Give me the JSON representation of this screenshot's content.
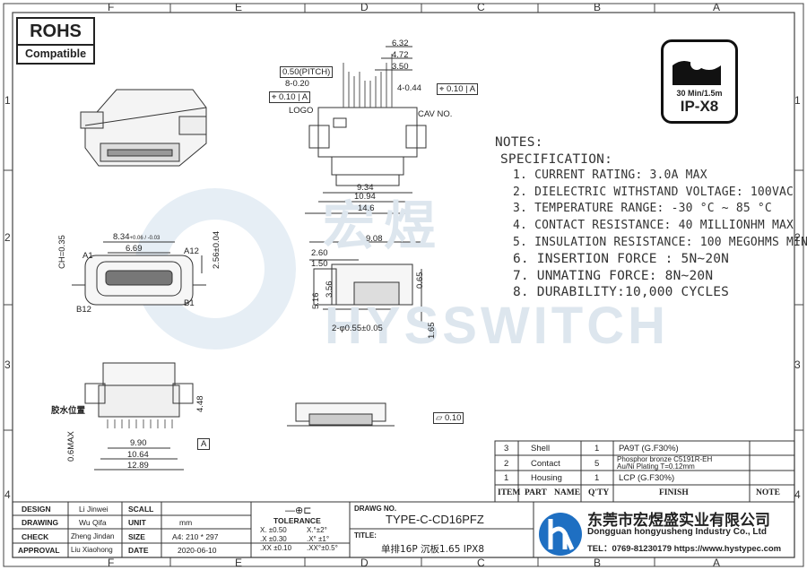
{
  "zones": {
    "cols": [
      "F",
      "E",
      "D",
      "C",
      "B",
      "A"
    ],
    "rows": [
      "1",
      "2",
      "3",
      "4"
    ]
  },
  "rohs": {
    "title": "ROHS",
    "subtitle": "Compatible"
  },
  "ipx": {
    "rating_line": "30 Min/1.5m",
    "rating": "IP-X8"
  },
  "watermark": {
    "cn": "宏煜",
    "en": "HYSSWITCH"
  },
  "notes": {
    "heading": "NOTES:",
    "spec": "SPECIFICATION:",
    "items": [
      "1. CURRENT RATING: 3.0A MAX",
      "2. DIELECTRIC WITHSTAND VOLTAGE: 100VAC",
      "3. TEMPERATURE RANGE: -30 °C ~ 85 °C",
      "4. CONTACT RESISTANCE: 40 MILLIONHM MAX",
      "5. INSULATION RESISTANCE: 100 MEGOHMS MIN.",
      "6. INSERTION FORCE : 5N~20N",
      "7. UNMATING FORCE: 8N~20N",
      "8. DURABILITY:10,000 CYCLES"
    ]
  },
  "dims_top": {
    "d632": "6.32",
    "d472": "4.72",
    "d350": "3.50",
    "pitch": "0.50(PITCH)",
    "d8": "8-0.20",
    "d4": "4-0.44",
    "tol1": "0.10",
    "tol1ref": "A",
    "tol2": "0.10",
    "tol2ref": "A",
    "logo": "LOGO",
    "cav": "CAV NO.",
    "d934": "9.34",
    "d1094": "10.94",
    "d146": "14.6"
  },
  "dims_left": {
    "d834": "8.34",
    "d834tol": "+0.06 / -0.03",
    "d669": "6.69",
    "ch": "CH=0.35",
    "a1": "A1",
    "a12": "A12",
    "b12": "B12",
    "b1": "B1",
    "d256": "2.56±0.04"
  },
  "dims_side": {
    "d908": "9.08",
    "d260": "2.60",
    "d150": "1.50",
    "d356": "3.56",
    "d516": "5.16",
    "holes": "2-φ0.55±0.05",
    "d065": "0.65",
    "d165": "1.65"
  },
  "dims_bottom": {
    "waterproof": "胶水位置",
    "d448": "4.48",
    "d06max": "0.6MAX",
    "d990": "9.90",
    "d1064": "10.64",
    "d1289": "12.89",
    "datum": "A",
    "flat": "0.10"
  },
  "bom": {
    "headers": [
      "ITEM",
      "PART",
      "NAME",
      "Q'TY",
      "FINISH",
      "NOTE"
    ],
    "rows": [
      {
        "item": "3",
        "part": "Shell",
        "qty": "1",
        "finish": "PA9T (G.F30%)"
      },
      {
        "item": "2",
        "part": "Contact",
        "qty": "5",
        "finish": "Phosphor bronze C5191R-EH",
        "finish2": "Au/Ni Plating T=0.12mm"
      },
      {
        "item": "1",
        "part": "Housing",
        "qty": "1",
        "finish": "LCP (G.F30%)"
      }
    ]
  },
  "titleblock": {
    "rows": [
      {
        "role": "DESIGN",
        "name": "Li Jinwei",
        "key": "SCALL",
        "val": ""
      },
      {
        "role": "DRAWING",
        "name": "Wu Qifa",
        "key": "UNIT",
        "val": "mm"
      },
      {
        "role": "CHECK",
        "name": "Zheng Jindan",
        "key": "SIZE",
        "val": "A4: 210 * 297"
      },
      {
        "role": "APPROVAL",
        "name": "Liu Xiaohong",
        "key": "DATE",
        "val": "2020-06-10"
      }
    ],
    "tolerance_title": "TOLERANCE",
    "tol": [
      {
        "a": "X.  ±0.50",
        "b": "X.°±2°"
      },
      {
        "a": ".X  ±0.30",
        "b": ".X° ±1°"
      },
      {
        "a": ".XX ±0.10",
        "b": ".XX°±0.5°"
      }
    ],
    "drawing_no_label": "DRAWG NO.",
    "drawing_no": "TYPE-C-CD16PFZ",
    "title_label": "TITLE:",
    "title": "单排16P 沉板1.65 IPX8"
  },
  "company": {
    "cn": "东莞市宏煜盛实业有限公司",
    "en": "Dongguan hongyusheng Industry Co., Ltd",
    "tel": "TEL：0769-81230179   https://www.hystypec.com"
  },
  "colors": {
    "ink": "#333333",
    "accent": "#1e6fc2",
    "watermark": "#dde6ee"
  }
}
